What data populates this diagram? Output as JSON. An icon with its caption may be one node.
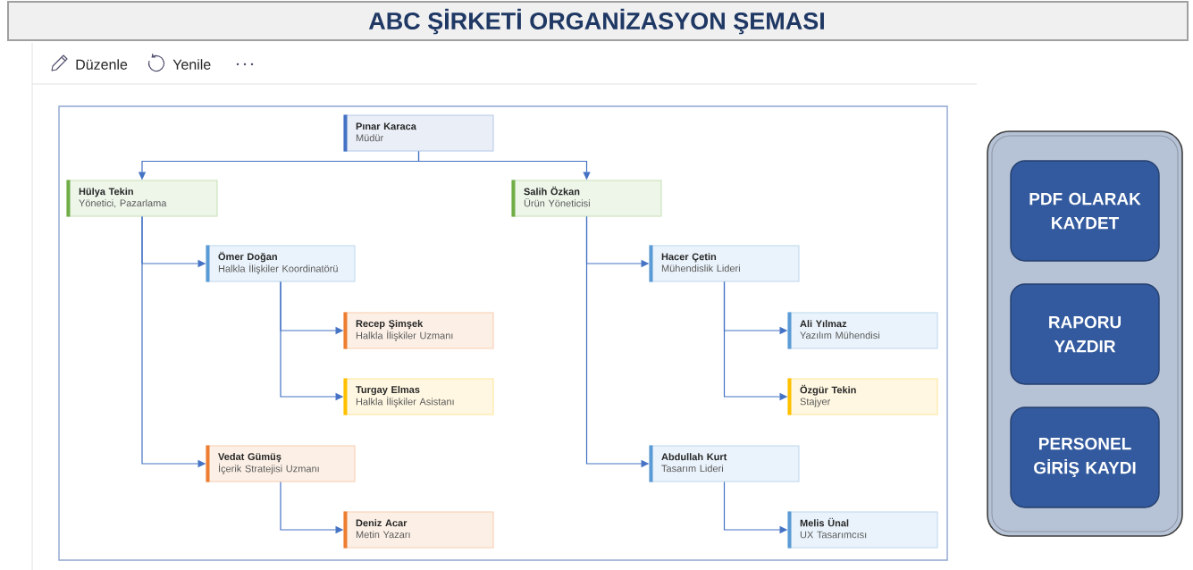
{
  "diagram": {
    "title": "ABC ŞİRKETİ ORGANİZASYON ŞEMASI",
    "nodes": [
      {
        "text": [
          "Pınar Karaca",
          "Müdür"
        ]
      },
      {
        "text": [
          "Hülya Tekin",
          "Yönetici, Pazarlama"
        ]
      },
      {
        "text": [
          "Salih Özkan",
          "Ürün Yöneticisi"
        ]
      },
      {
        "text": [
          "Ömer Doğan",
          "Halkla İlişkiler Koordinatörü"
        ]
      },
      {
        "text": [
          "Hacer Çetin",
          "Mühendislik Lideri"
        ]
      },
      {
        "text": [
          "Recep Şimşek",
          "Halkla İlişkiler Uzmanı"
        ]
      },
      {
        "text": [
          "Ali Yılmaz",
          "Yazılım Mühendisi"
        ]
      },
      {
        "text": [
          "Turgay Elmas",
          "Halkla İlişkiler Asistanı"
        ]
      },
      {
        "text": [
          "Özgür Tekin",
          "Stajyer"
        ]
      },
      {
        "text": [
          "Vedat Gümüş",
          "İçerik Stratejisi Uzmanı"
        ]
      },
      {
        "text": [
          "Abdullah Kurt",
          "Tasarım Lideri"
        ]
      },
      {
        "text": [
          "Deniz Acar",
          "Metin Yazarı"
        ]
      },
      {
        "text": [
          "Melis Ünal",
          "UX Tasarımcısı"
        ]
      },
      {
        "text": [],
        "shape": "box"
      },
      {
        "text": [
          "PDF OLARAK KAYDET"
        ],
        "in": 13
      },
      {
        "text": [
          "RAPORU YAZDIR"
        ],
        "in": 13
      },
      {
        "text": [
          "PERSONEL GİRİŞ KAYDI"
        ],
        "in": 13
      }
    ],
    "edges": [
      {
        "from": 0,
        "to": 1,
        "arrow": "to"
      },
      {
        "from": 0,
        "to": 2,
        "arrow": "to"
      },
      {
        "from": 1,
        "to": 3,
        "arrow": "to"
      },
      {
        "from": 1,
        "to": 9,
        "arrow": "to"
      },
      {
        "from": 3,
        "to": 5,
        "arrow": "to"
      },
      {
        "from": 3,
        "to": 7,
        "arrow": "to"
      },
      {
        "from": 9,
        "to": 11,
        "arrow": "to"
      },
      {
        "from": 2,
        "to": 4,
        "arrow": "to"
      },
      {
        "from": 2,
        "to": 10,
        "arrow": "to"
      },
      {
        "from": 4,
        "to": 6,
        "arrow": "to"
      },
      {
        "from": 4,
        "to": 8,
        "arrow": "to"
      },
      {
        "from": 10,
        "to": 12,
        "arrow": "to"
      }
    ],
    "labels": [
      "Düzenle",
      "Yenile"
    ]
  }
}
